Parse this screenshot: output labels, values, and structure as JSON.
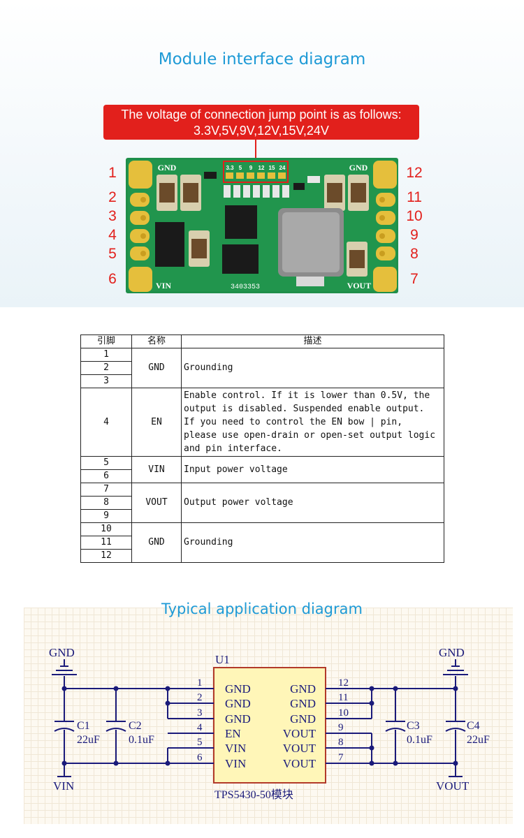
{
  "section1": {
    "title": "Module interface diagram"
  },
  "callout": {
    "line1": "The voltage of connection jump point is as follows:",
    "line2": "3.3V,5V,9V,12V,15V,24V"
  },
  "board": {
    "gnd_left": "GND",
    "gnd_right": "GND",
    "vin_label": "VIN",
    "vout_label": "VOUT",
    "part_code": "3403353",
    "jumper_labels": [
      "3.3",
      "5",
      "9",
      "12",
      "15",
      "24"
    ],
    "pins_left": [
      "1",
      "2",
      "3",
      "4",
      "5",
      "6"
    ],
    "pins_right": [
      "12",
      "11",
      "10",
      "9",
      "8",
      "7"
    ],
    "colors": {
      "pcb": "#1f8f4a",
      "pad": "#e5bf3c",
      "callout": "#e2201c"
    }
  },
  "table": {
    "headers": {
      "pin": "引脚",
      "name": "名称",
      "desc": "描述"
    },
    "groups": [
      {
        "pins": [
          "1",
          "2",
          "3"
        ],
        "name": "GND",
        "desc": [
          "Grounding"
        ]
      },
      {
        "pins": [
          "4"
        ],
        "name": "EN",
        "desc": [
          "Enable control. If it is lower than 0.5V, the",
          "output is disabled. Suspended enable output.",
          "If you need to control the EN bow | pin,",
          "please use open-drain or open-set output logic",
          "and pin interface."
        ]
      },
      {
        "pins": [
          "5",
          "6"
        ],
        "name": "VIN",
        "desc": [
          "Input power voltage"
        ]
      },
      {
        "pins": [
          "7",
          "8",
          "9"
        ],
        "name": "VOUT",
        "desc": [
          "Output power voltage"
        ]
      },
      {
        "pins": [
          "10",
          "11",
          "12"
        ],
        "name": "GND",
        "desc": [
          "Grounding"
        ]
      }
    ]
  },
  "section2": {
    "title": "Typical application diagram"
  },
  "schematic": {
    "ref": "U1",
    "part": "TPS5430-50模块",
    "left_pins": [
      {
        "num": "1",
        "name": "GND"
      },
      {
        "num": "2",
        "name": "GND"
      },
      {
        "num": "3",
        "name": "GND"
      },
      {
        "num": "4",
        "name": "EN"
      },
      {
        "num": "5",
        "name": "VIN"
      },
      {
        "num": "6",
        "name": "VIN"
      }
    ],
    "right_pins": [
      {
        "num": "12",
        "name": "GND"
      },
      {
        "num": "11",
        "name": "GND"
      },
      {
        "num": "10",
        "name": "GND"
      },
      {
        "num": "9",
        "name": "VOUT"
      },
      {
        "num": "8",
        "name": "VOUT"
      },
      {
        "num": "7",
        "name": "VOUT"
      }
    ],
    "left_gnd": "GND",
    "right_gnd": "GND",
    "vin": "VIN",
    "vout": "VOUT",
    "caps": [
      {
        "ref": "C1",
        "value": "22uF"
      },
      {
        "ref": "C2",
        "value": "0.1uF"
      },
      {
        "ref": "C3",
        "value": "0.1uF"
      },
      {
        "ref": "C4",
        "value": "22uF"
      }
    ],
    "colors": {
      "wire": "#1a1a7a",
      "ic_fill": "#fff6b8",
      "ic_border": "#b23a2a"
    }
  }
}
